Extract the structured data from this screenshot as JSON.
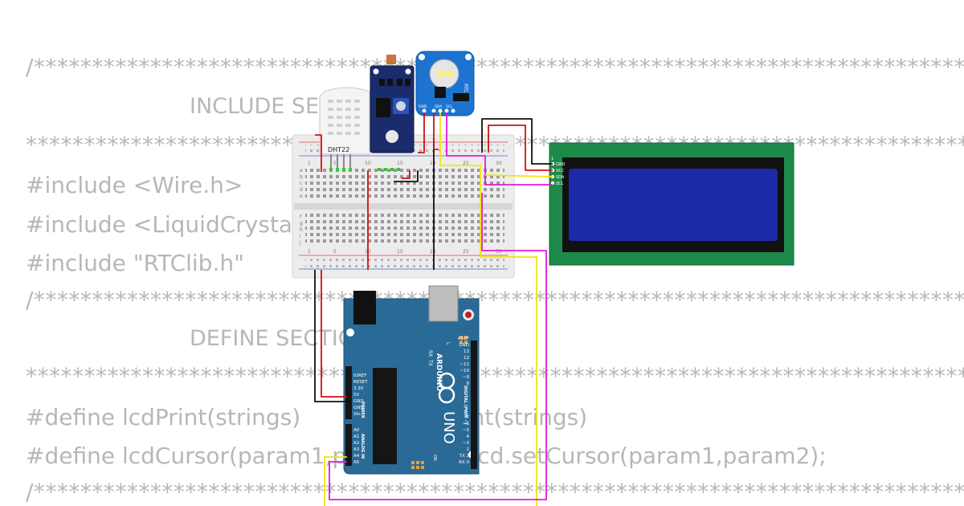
{
  "code_lines": [
    "/************************************************************************************",
    "INCLUDE SECTION",
    "************************************************************************************",
    "#include <Wire.h>",
    "#include <LiquidCrystal_I2C.h>",
    "#include \"RTClib.h\"",
    "/************************************************************************************",
    "DEFINE SECTION",
    "************************************************************************************",
    "#define lcdPrint(strings)              lcd.print(strings)",
    "#define lcdCursor(param1,param2)      lcd.setCursor(param1,param2);",
    "/************************************************************************************"
  ],
  "components": {
    "dht": {
      "label": "DHT22"
    },
    "arduino": {
      "brand": "ARDUINO",
      "model": "UNO",
      "on_label": "ON",
      "tx": "TX",
      "rx": "RX",
      "l": "L",
      "power_label": "POWER",
      "analog_label": "ANALOG IN",
      "digital_label": "DIGITAL (PWM ~)",
      "power_pins": [
        "IOREF",
        "RESET",
        "3.3V",
        "5V",
        "GND",
        "GND",
        "Vin"
      ],
      "analog_pins": [
        "A0",
        "A1",
        "A2",
        "A3",
        "A4",
        "A5"
      ],
      "digital_pins": [
        "AREF",
        "GND",
        "13",
        "12",
        "~11",
        "~10",
        "~9",
        "8",
        "7",
        "~6",
        "~5",
        "4",
        "~3",
        "2",
        "TX 1",
        "RX 0"
      ]
    },
    "lcd": {
      "pins": [
        "GND",
        "VCC",
        "SDA",
        "SCL"
      ],
      "pin_index": "1"
    },
    "rtc": {
      "label": "RTC",
      "pins": [
        "GND",
        "SDA",
        "SCL"
      ]
    },
    "breadboard": {
      "cols": [
        "1",
        "5",
        "10",
        "15",
        "20",
        "25",
        "30"
      ],
      "rows_top": [
        "a",
        "b",
        "c",
        "d",
        "e"
      ],
      "rows_bottom": [
        "f",
        "g",
        "h",
        "i",
        "j"
      ]
    }
  },
  "colors": {
    "code_text": "#b7b7b7",
    "lcd_frame": "#1e8a4a",
    "lcd_screen": "#1c2aa8",
    "arduino_board": "#2a6a96",
    "sensor_board": "#1a2c6b",
    "rtc_board": "#1c74d0",
    "wire_red": "#d01010",
    "wire_black": "#111111",
    "wire_yellow": "#f2e40c",
    "wire_magenta": "#e21ad6"
  }
}
